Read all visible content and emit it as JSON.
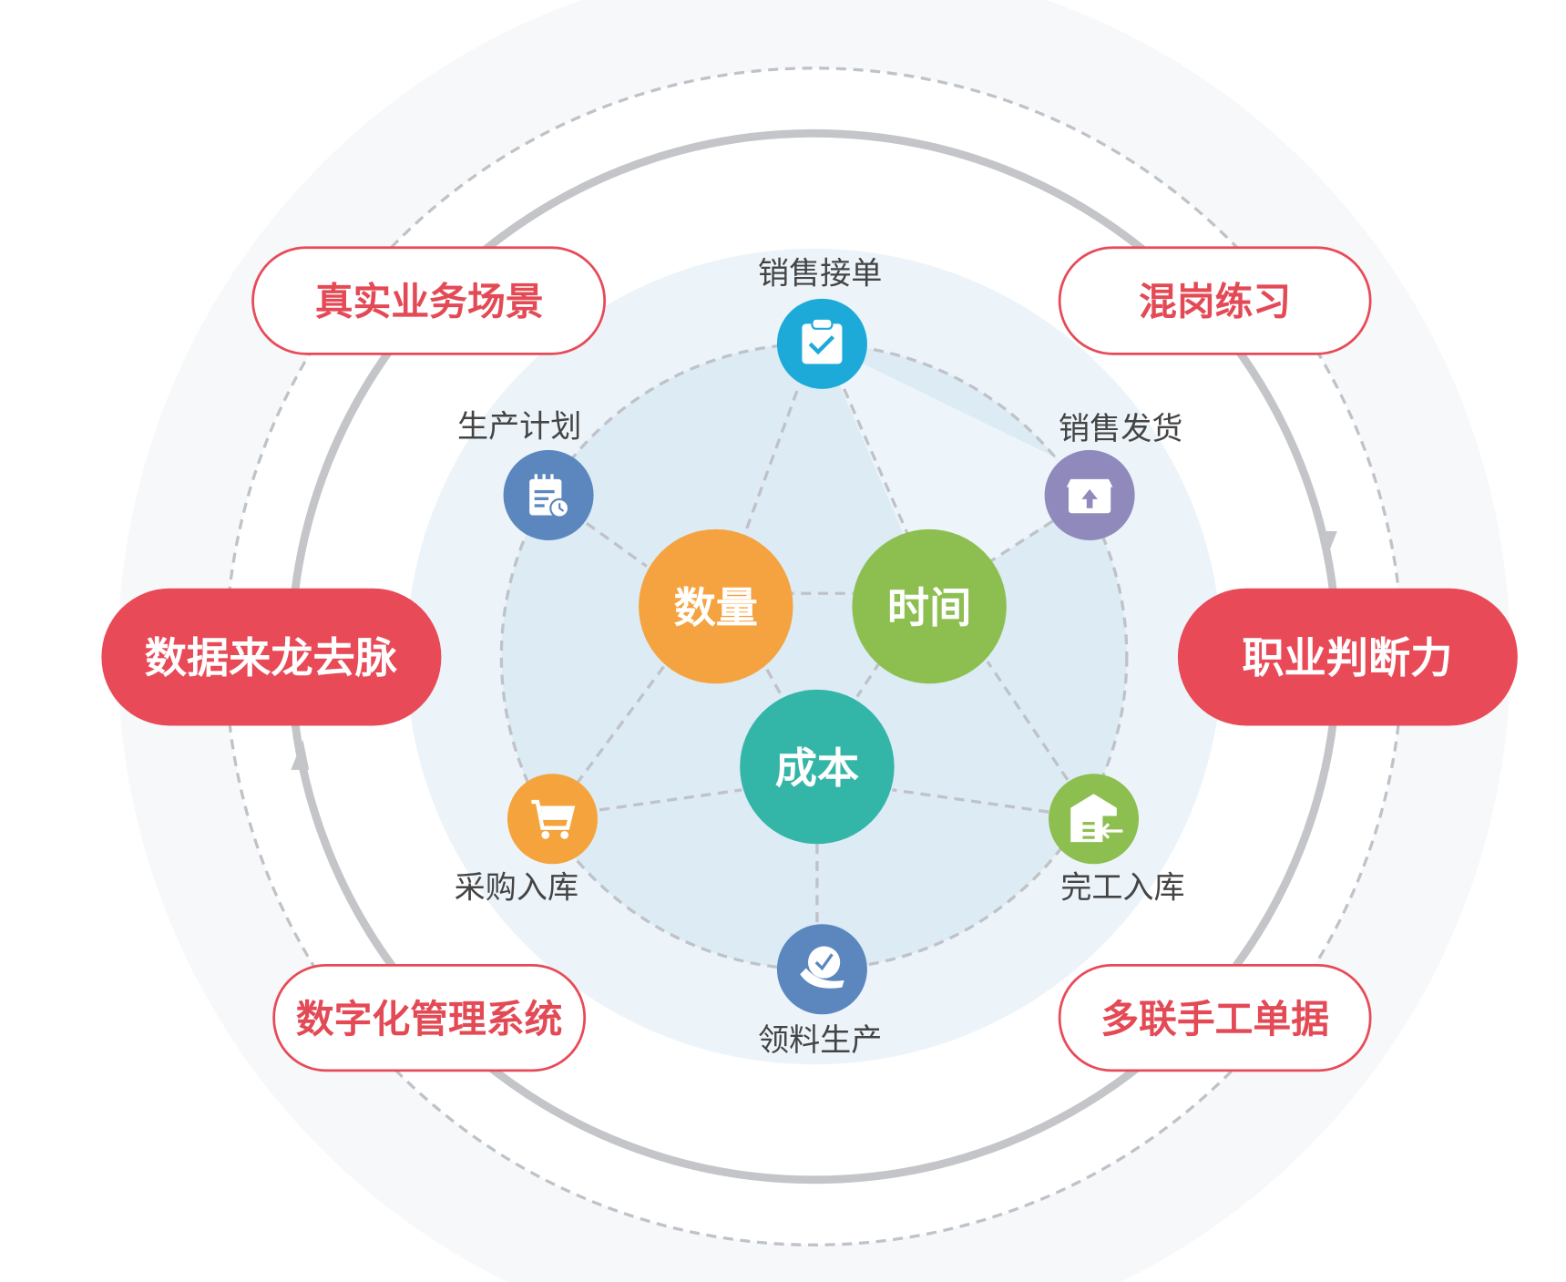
{
  "colors": {
    "accent_red": "#e84a57",
    "sales_order": "#1eaad9",
    "sales_delivery": "#8f8abb",
    "finished_storage": "#8cbf4f",
    "material_issue": "#5b87be",
    "purchase_storage": "#f5a33c",
    "production_plan": "#5b87be",
    "quantity": "#f5a340",
    "time": "#8cbf50",
    "cost": "#33b5a8"
  },
  "core": {
    "quantity": "数量",
    "time": "时间",
    "cost": "成本"
  },
  "nodes": {
    "sales_order": {
      "label": "销售接单",
      "icon": "clipboard-check-icon"
    },
    "sales_delivery": {
      "label": "销售发货",
      "icon": "box-upload-icon"
    },
    "finished_storage": {
      "label": "完工入库",
      "icon": "warehouse-in-icon"
    },
    "material_issue": {
      "label": "领料生产",
      "icon": "hand-check-icon"
    },
    "purchase_storage": {
      "label": "采购入库",
      "icon": "cart-icon"
    },
    "production_plan": {
      "label": "生产计划",
      "icon": "calendar-clock-icon"
    }
  },
  "pills": {
    "real_scenario": "真实业务场景",
    "mixed_roles": "混岗练习",
    "digital_system": "数字化管理系统",
    "manual_documents": "多联手工单据",
    "data_trace": "数据来龙去脉",
    "professional_judgment": "职业判断力"
  }
}
